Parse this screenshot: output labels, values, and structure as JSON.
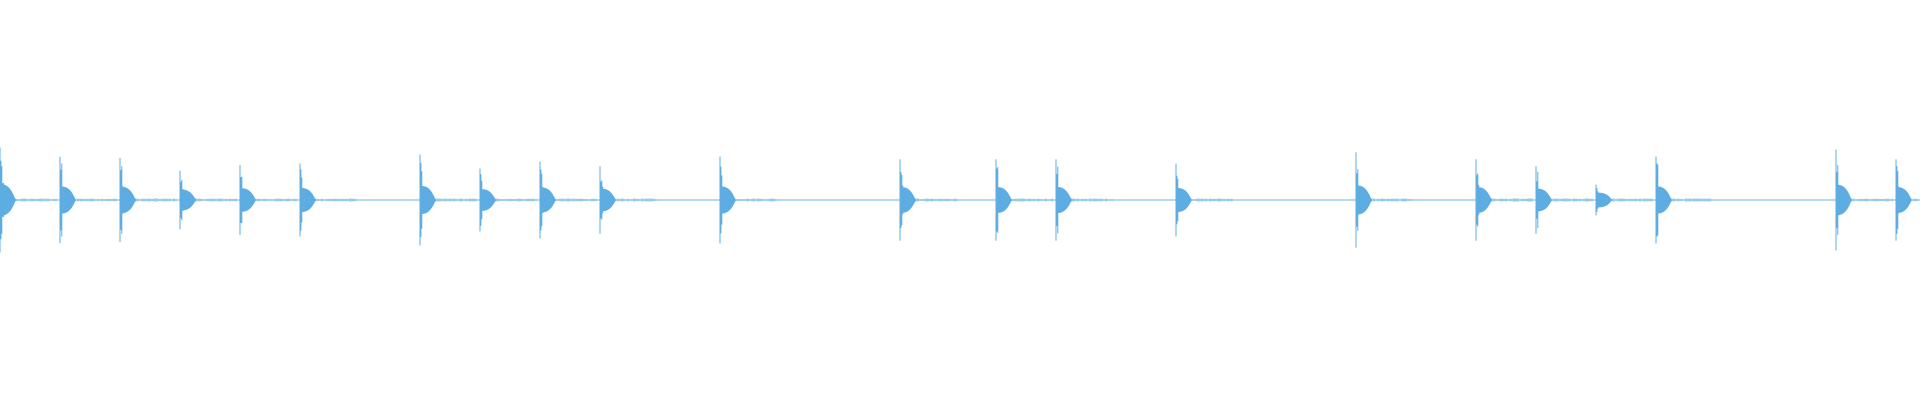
{
  "waveform": {
    "color": "#5dade2",
    "background": "#ffffff",
    "total_duration": 32,
    "amplitude_full_scale": 1.0,
    "events": [
      {
        "time": 0.0,
        "peak": 0.75,
        "decay": 0.55
      },
      {
        "time": 1.0,
        "peak": 0.62,
        "decay": 0.5
      },
      {
        "time": 2.0,
        "peak": 0.6,
        "decay": 0.5
      },
      {
        "time": 3.0,
        "peak": 0.42,
        "decay": 0.45
      },
      {
        "time": 4.0,
        "peak": 0.5,
        "decay": 0.45
      },
      {
        "time": 5.0,
        "peak": 0.52,
        "decay": 0.5
      },
      {
        "time": 7.0,
        "peak": 0.65,
        "decay": 0.5
      },
      {
        "time": 8.0,
        "peak": 0.45,
        "decay": 0.45
      },
      {
        "time": 9.0,
        "peak": 0.55,
        "decay": 0.45
      },
      {
        "time": 10.0,
        "peak": 0.48,
        "decay": 0.45
      },
      {
        "time": 12.0,
        "peak": 0.62,
        "decay": 0.6
      },
      {
        "time": 15.0,
        "peak": 0.58,
        "decay": 0.45
      },
      {
        "time": 16.6,
        "peak": 0.58,
        "decay": 0.5
      },
      {
        "time": 17.6,
        "peak": 0.58,
        "decay": 0.5
      },
      {
        "time": 19.6,
        "peak": 0.52,
        "decay": 0.55
      },
      {
        "time": 22.6,
        "peak": 0.68,
        "decay": 0.45
      },
      {
        "time": 24.6,
        "peak": 0.58,
        "decay": 0.45
      },
      {
        "time": 25.6,
        "peak": 0.48,
        "decay": 0.45
      },
      {
        "time": 26.6,
        "peak": 0.22,
        "decay": 0.35
      },
      {
        "time": 27.6,
        "peak": 0.62,
        "decay": 0.55
      },
      {
        "time": 30.6,
        "peak": 0.72,
        "decay": 0.45
      },
      {
        "time": 31.6,
        "peak": 0.58,
        "decay": 0.45
      }
    ]
  }
}
